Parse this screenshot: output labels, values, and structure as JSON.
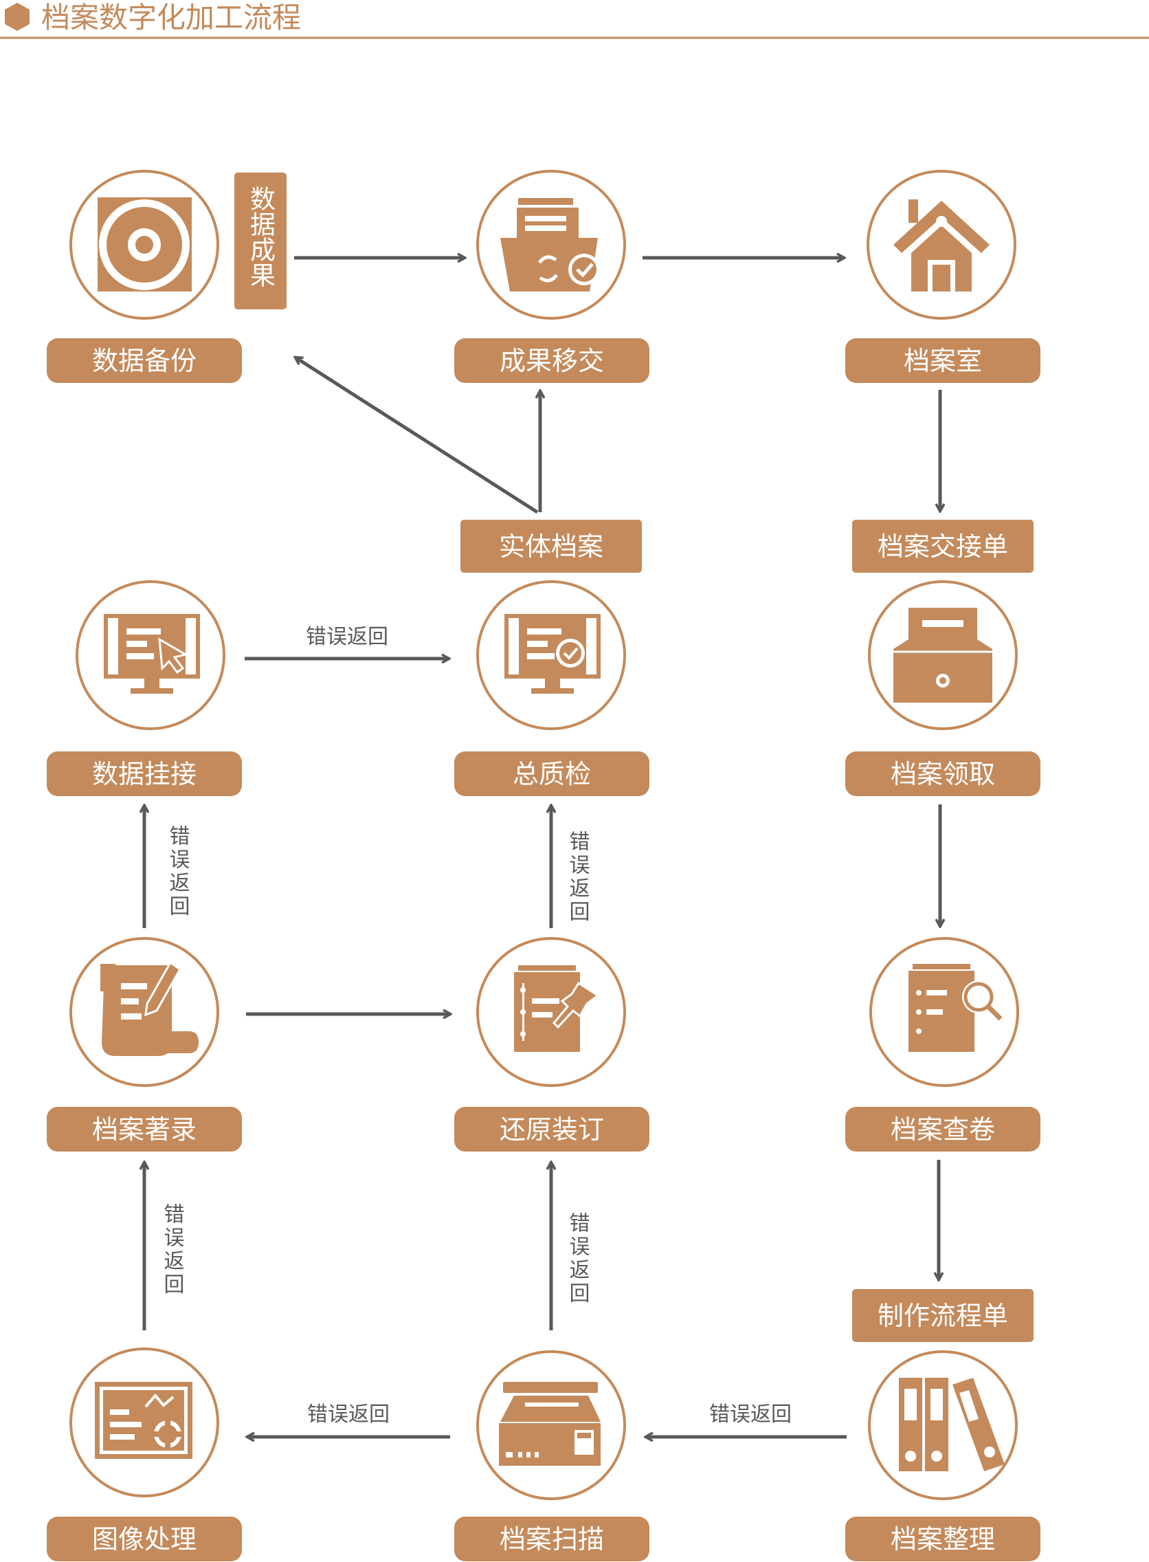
{
  "header": {
    "title": "档案数字化加工流程"
  },
  "colors": {
    "accent": "#c48a5b",
    "arrow": "#58595b",
    "text_on_accent": "#ffffff",
    "background": "#ffffff"
  },
  "nodes": {
    "backup": {
      "label": "数据备份",
      "icon": "disc-icon"
    },
    "transfer": {
      "label": "成果移交",
      "icon": "folder-sync-icon"
    },
    "room": {
      "label": "档案室",
      "icon": "house-icon"
    },
    "link": {
      "label": "数据挂接",
      "icon": "monitor-cursor-icon"
    },
    "qc": {
      "label": "总质检",
      "icon": "monitor-check-icon"
    },
    "receive": {
      "label": "档案领取",
      "icon": "archive-box-icon"
    },
    "catalog": {
      "label": "档案著录",
      "icon": "scroll-pen-icon"
    },
    "restore": {
      "label": "还原装订",
      "icon": "file-pin-icon"
    },
    "review": {
      "label": "档案查卷",
      "icon": "file-search-icon"
    },
    "image": {
      "label": "图像处理",
      "icon": "image-gear-icon"
    },
    "scan": {
      "label": "档案扫描",
      "icon": "scanner-icon"
    },
    "organize": {
      "label": "档案整理",
      "icon": "binders-icon"
    }
  },
  "tags": {
    "physical_archive": "实体档案",
    "handover_sheet": "档案交接单",
    "process_sheet": "制作流程单",
    "data_result": "数据成果"
  },
  "edges": {
    "error_return": "错误返回"
  }
}
